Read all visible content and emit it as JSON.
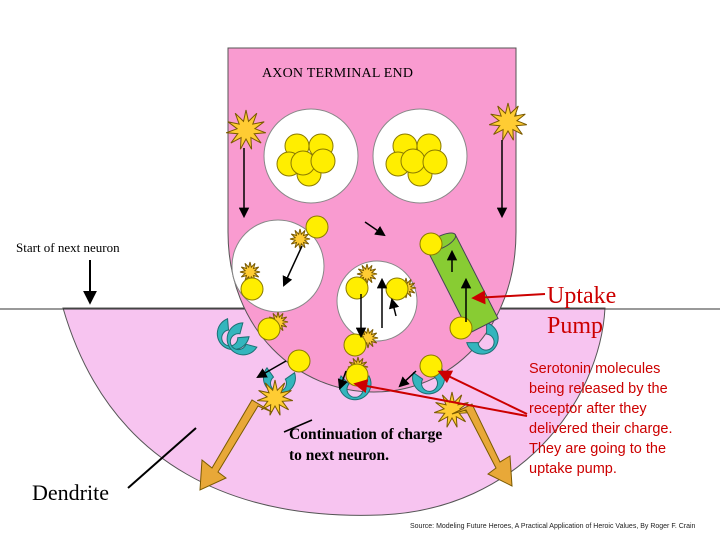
{
  "labels": {
    "axon_terminal": "AXON TERMINAL END",
    "start_of_next_neuron": "Start of next neuron",
    "uptake_pump": "Uptake Pump",
    "serotonin_release": "Serotonin molecules being released by the receptor after they delivered their charge. They are going to the uptake pump.",
    "continuation": "Continuation of charge to next neuron.",
    "dendrite": "Dendrite",
    "source": "Source: Modeling Future Heroes, A Practical Application of Heroic Values, By Roger F. Crain"
  },
  "colors": {
    "axon_fill": "#f99bd0",
    "dendrite_fill": "#f7c4f0",
    "vesicle_fill": "#ffffff",
    "molecule_fill": "#ffee00",
    "molecule_stroke": "#8a7a00",
    "star_fill": "#ffcc33",
    "receptor_fill": "#33b5bd",
    "uptake_pump_fill": "#88cc33",
    "signal_arrow_fill": "#e8a838",
    "annotation_arrow": "#cc0000"
  }
}
